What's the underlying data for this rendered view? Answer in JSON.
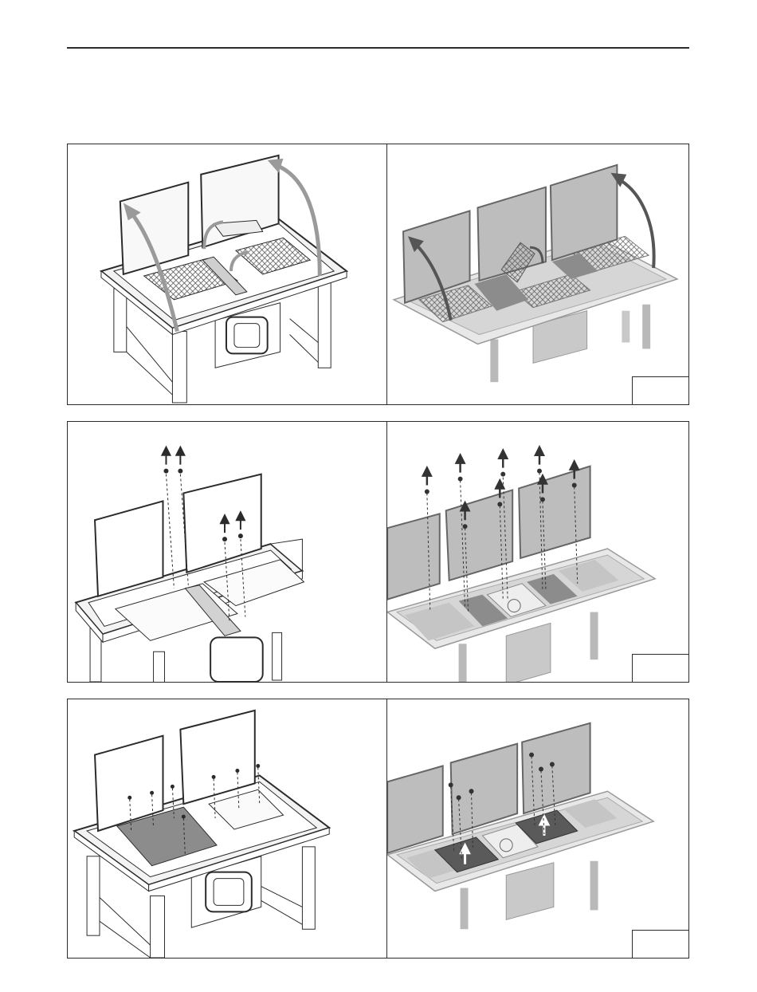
{
  "document": {
    "panels": [
      {
        "row": 1,
        "side": "left",
        "style": "line-drawing",
        "step": "lift-lids-and-filters"
      },
      {
        "row": 1,
        "side": "right",
        "style": "shaded-drawing",
        "step": "lift-lids-and-filters"
      },
      {
        "row": 2,
        "side": "left",
        "style": "line-drawing",
        "step": "remove-screws"
      },
      {
        "row": 2,
        "side": "right",
        "style": "shaded-drawing",
        "step": "remove-screws"
      },
      {
        "row": 3,
        "side": "left",
        "style": "line-drawing",
        "step": "remove-covers"
      },
      {
        "row": 3,
        "side": "right",
        "style": "shaded-drawing",
        "step": "remove-covers"
      }
    ],
    "colors": {
      "line": "#2b2b2b",
      "arrow_gray": "#9a9a9a",
      "arrow_dark": "#333333",
      "lid_fill": "#bdbdbd",
      "frame_fill": "#e2e2e2",
      "cover_dark": "#5a5a5a"
    },
    "icons": [
      "up-arrow-icon",
      "curved-arrow-icon",
      "screw-icon",
      "filter-grid-icon"
    ]
  }
}
